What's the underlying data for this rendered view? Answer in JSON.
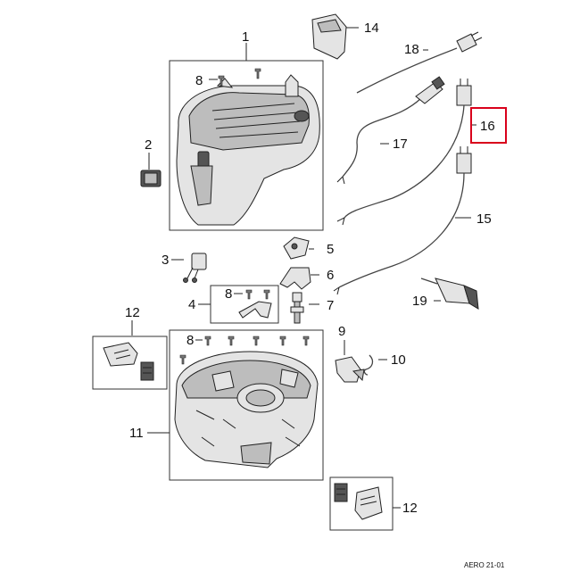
{
  "callouts": {
    "c1": "1",
    "c2": "2",
    "c3": "3",
    "c4": "4",
    "c5": "5",
    "c6": "6",
    "c7": "7",
    "c8a": "8",
    "c8b": "8",
    "c8c": "8",
    "c9": "9",
    "c10": "10",
    "c11": "11",
    "c12a": "12",
    "c12b": "12",
    "c14": "14",
    "c15": "15",
    "c16": "16",
    "c17": "17",
    "c18": "18",
    "c19": "19"
  },
  "highlight": {
    "callout": "16",
    "color": "#d9001b"
  },
  "footer": {
    "code": "AERO 21-01"
  }
}
